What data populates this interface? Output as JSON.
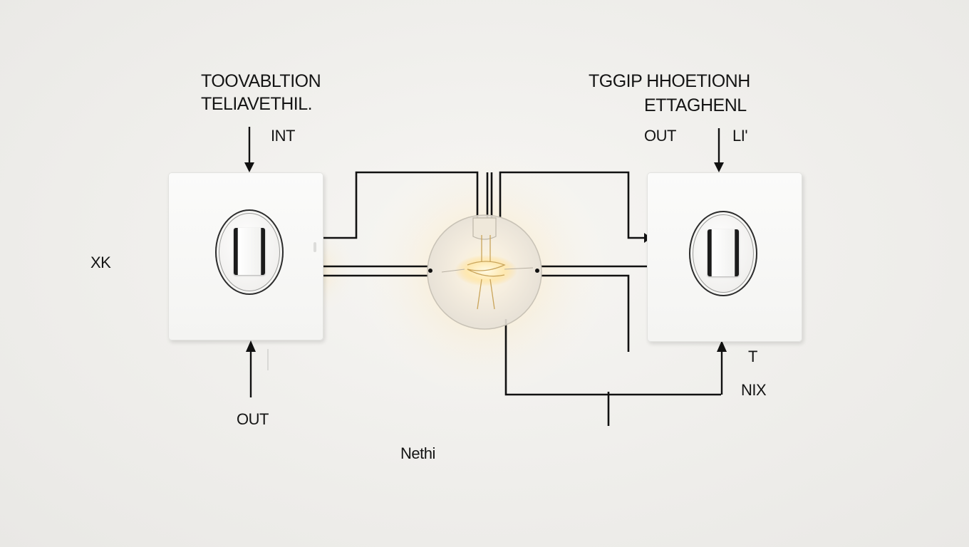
{
  "labels": {
    "title_left_line1": "TOOVABLTION",
    "title_left_line2": "TELIAVETHIL.",
    "title_right_line1": "TGGIP HHOETIONH",
    "title_right_line2": "ETTAGHENL",
    "in_left": "INT",
    "out_right": "OUT",
    "lt_right": "LI'",
    "xk": "XK",
    "out_bottom_left": "OUT",
    "t_right": "T",
    "nx_right": "NIX",
    "neth_bottom": "Nethi"
  },
  "colors": {
    "background": "#efeeeb",
    "wire": "#111111",
    "plate": "#f7f7f5",
    "bulb_glow": "#ffd98a"
  },
  "icons": {
    "switch_left": "light-switch-icon",
    "switch_right": "light-switch-icon",
    "bulb": "light-bulb-icon"
  }
}
